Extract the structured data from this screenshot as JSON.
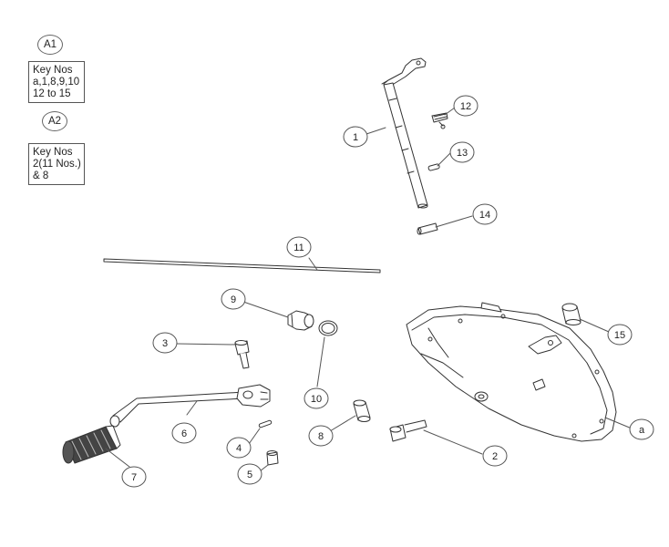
{
  "legend": {
    "groups": [
      {
        "id": "A1",
        "lines": [
          "Key Nos",
          "a,1,8,9,10",
          "12 to 15"
        ]
      },
      {
        "id": "A2",
        "lines": [
          "Key Nos",
          "2(11 Nos.)",
          "& 8"
        ]
      }
    ]
  },
  "callouts": [
    "1",
    "2",
    "3",
    "4",
    "5",
    "6",
    "7",
    "8",
    "9",
    "10",
    "11",
    "12",
    "13",
    "14",
    "15",
    "a"
  ],
  "colors": {
    "line": "#444444",
    "part": "#333333",
    "fill": "#ffffff",
    "shade": "#7a7a7a"
  }
}
